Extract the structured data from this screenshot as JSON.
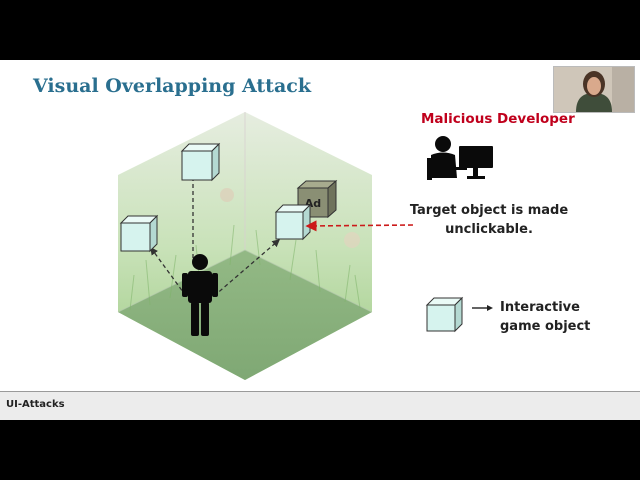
{
  "slide": {
    "title": "Visual Overlapping Attack",
    "developer_label": "Malicious Developer",
    "target_text": "Target object is made unclickable.",
    "ad_label": "Ad",
    "legend_text": "Interactive game object",
    "footer": "UI-Attacks"
  },
  "colors": {
    "title": "#2a6f8f",
    "developer_label": "#c0001c",
    "cube_face": "#d6f3ee",
    "ad_face": "#8a8f74",
    "attack_arrow": "#cc1a1a"
  }
}
